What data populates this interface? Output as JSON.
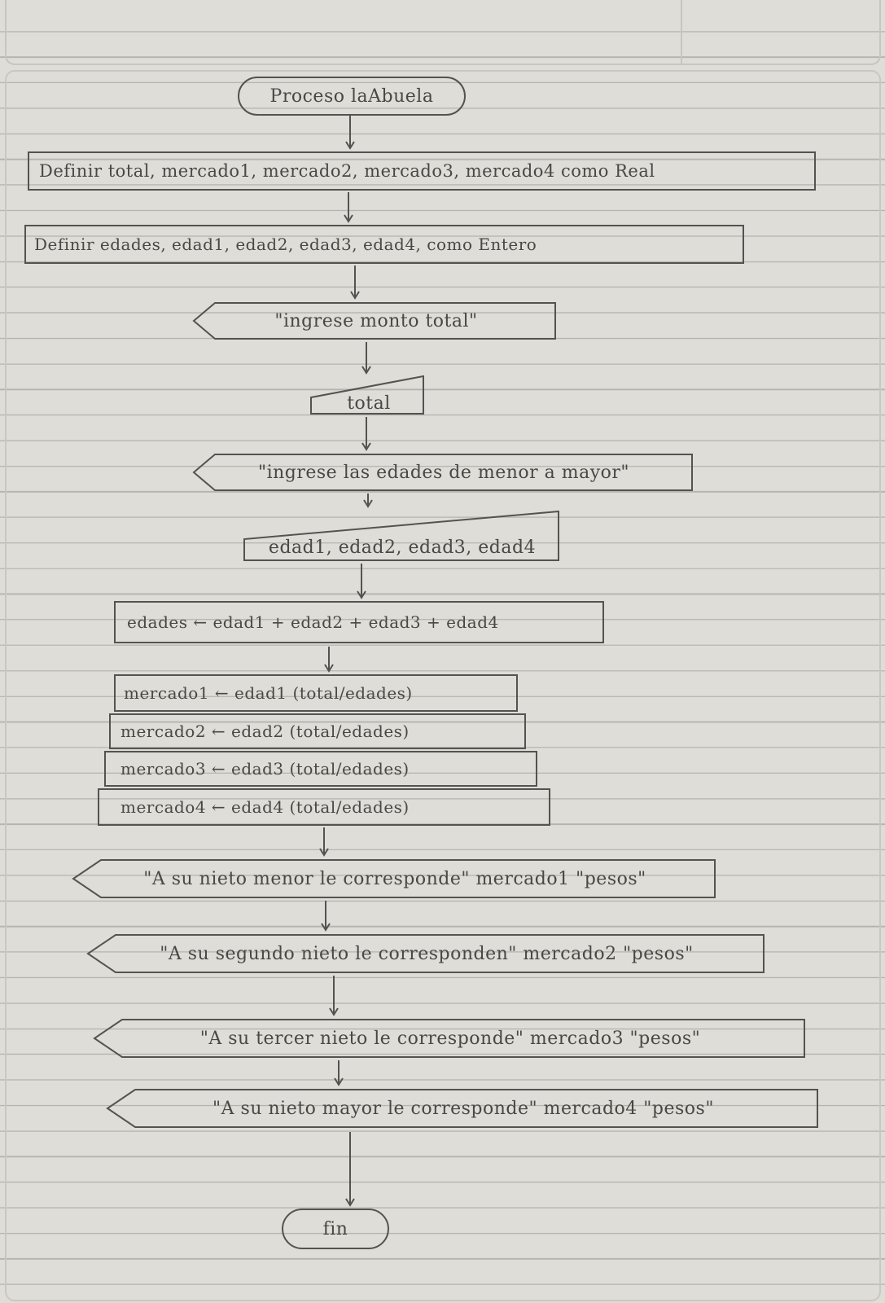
{
  "diagram": {
    "title": "Proceso laAbuela",
    "steps": [
      {
        "shape": "process",
        "text": "Definir total, mercado1, mercado2, mercado3, mercado4 como Real"
      },
      {
        "shape": "process",
        "text": "Definir edades, edad1, edad2, edad3, edad4, como Entero"
      },
      {
        "shape": "output",
        "text": "\"ingrese monto total\""
      },
      {
        "shape": "input",
        "text": "total"
      },
      {
        "shape": "output",
        "text": "\"ingrese las edades de menor a mayor\""
      },
      {
        "shape": "input",
        "text": "edad1, edad2, edad3, edad4"
      },
      {
        "shape": "process",
        "text": "edades ← edad1 + edad2 + edad3 + edad4"
      },
      {
        "shape": "process",
        "text": "mercado1 ← edad1 (total/edades)"
      },
      {
        "shape": "process",
        "text": "mercado2 ← edad2 (total/edades)"
      },
      {
        "shape": "process",
        "text": "mercado3 ← edad3 (total/edades)"
      },
      {
        "shape": "process",
        "text": "mercado4 ← edad4 (total/edades)"
      },
      {
        "shape": "output",
        "text": "\"A su nieto menor le corresponde\" mercado1 \"pesos\""
      },
      {
        "shape": "output",
        "text": "\"A su segundo nieto le corresponden\" mercado2 \"pesos\""
      },
      {
        "shape": "output",
        "text": "\"A su tercer nieto le corresponde\" mercado3 \"pesos\""
      },
      {
        "shape": "output",
        "text": "\"A su nieto mayor le corresponde\" mercado4 \"pesos\""
      }
    ],
    "end": "fin"
  },
  "colors": {
    "ink": "#555250",
    "paper": "#dfddd8",
    "rule": "#b7b4af"
  }
}
